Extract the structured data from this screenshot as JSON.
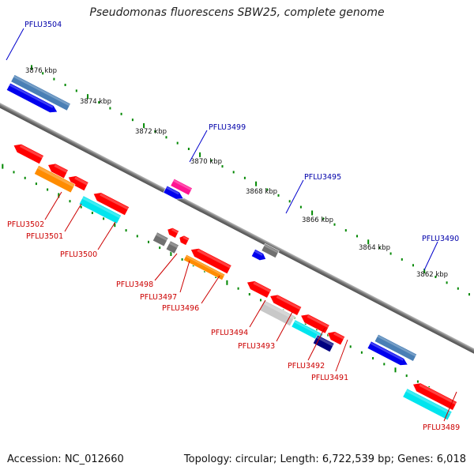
{
  "title": "Pseudomonas fluorescens SBW25, complete genome",
  "footer": {
    "accession": "Accession: NC_012660",
    "summary": "Topology: circular; Length: 6,722,539 bp; Genes: 6,018"
  },
  "ticks": [
    "3876 kbp",
    "3874 kbp",
    "3872 kbp",
    "3870 kbp",
    "3868 kbp",
    "3866 kbp",
    "3864 kbp",
    "3862 kbp"
  ],
  "genes": {
    "forward": [
      "PFLU3504",
      "PFLU3499",
      "PFLU3495",
      "PFLU3490"
    ],
    "reverse": [
      "PFLU3502",
      "PFLU3501",
      "PFLU3500",
      "PFLU3498",
      "PFLU3497",
      "PFLU3496",
      "PFLU3494",
      "PFLU3493",
      "PFLU3492",
      "PFLU3491",
      "PFLU3489"
    ]
  },
  "colors": {
    "backbone": "#808080",
    "red": "#ff0000",
    "blue": "#0000ee",
    "steelblue": "#4a7fb5",
    "orange": "#ff8c00",
    "cyan": "#00e5ee",
    "gray": "#707070",
    "lightgray": "#c8c8c8",
    "magenta": "#ff1493",
    "navy": "#000080",
    "tick": "#008800"
  }
}
